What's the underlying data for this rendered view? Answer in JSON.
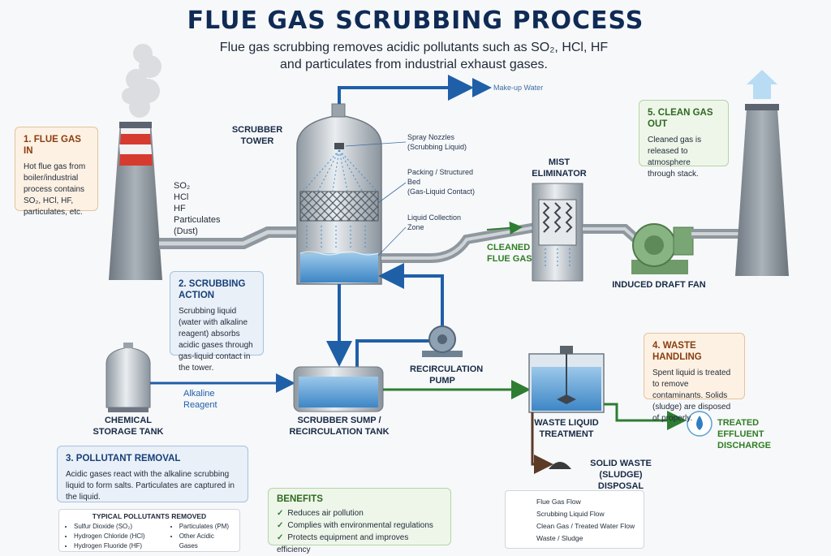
{
  "title": "FLUE GAS SCRUBBING PROCESS",
  "subtitle_line1": "Flue gas scrubbing removes acidic pollutants such as SO₂, HCl, HF",
  "subtitle_line2": "and particulates from industrial exhaust gases.",
  "step1": {
    "title": "1. FLUE GAS IN",
    "text": "Hot flue gas from boiler/industrial process contains SO₂, HCl, HF, particulates, etc."
  },
  "step2": {
    "title": "2. SCRUBBING ACTION",
    "text": "Scrubbing liquid (water with alkaline reagent) absorbs acidic gases through gas-liquid contact in the tower."
  },
  "step3": {
    "title": "3. POLLUTANT REMOVAL",
    "text": "Acidic gases react with the alkaline scrubbing liquid to form salts. Particulates are captured in the liquid."
  },
  "step4": {
    "title": "4. WASTE HANDLING",
    "text": "Spent liquid is treated to remove contaminants. Solids (sludge) are disposed of properly."
  },
  "step5": {
    "title": "5. CLEAN GAS OUT",
    "text": "Cleaned gas is released to atmosphere through stack."
  },
  "inlet_gases": [
    "SO₂",
    "HCl",
    "HF",
    "Particulates",
    "(Dust)"
  ],
  "labels": {
    "scrubber_tower": "SCRUBBER TOWER",
    "spray_nozzles": "Spray Nozzles",
    "spray_nozzles_sub": "(Scrubbing Liquid)",
    "packing": "Packing / Structured Bed",
    "packing_sub": "(Gas-Liquid Contact)",
    "liquid_zone": "Liquid Collection Zone",
    "makeup_water": "Make-up Water",
    "mist_eliminator": "MIST ELIMINATOR",
    "cleaned_flue_gas": "CLEANED FLUE GAS",
    "induced_draft_fan": "INDUCED DRAFT FAN",
    "recirculation_pump": "RECIRCULATION PUMP",
    "alkaline_reagent": "Alkaline Reagent",
    "chemical_storage": "CHEMICAL STORAGE TANK",
    "sump": "SCRUBBER SUMP / RECIRCULATION TANK",
    "waste_treatment": "Waste Liquid Treatment",
    "treated_effluent": "TREATED EFFLUENT DISCHARGE",
    "solid_waste": "SOLID WASTE (SLUDGE) DISPOSAL"
  },
  "pollutants": {
    "title": "TYPICAL POLLUTANTS REMOVED",
    "col1": [
      "Sulfur Dioxide (SO₂)",
      "Hydrogen Chloride (HCl)",
      "Hydrogen Fluoride (HF)"
    ],
    "col2": [
      "Particulates (PM)",
      "Other Acidic Gases"
    ]
  },
  "benefits": {
    "title": "BENEFITS",
    "items": [
      "Reduces air pollution",
      "Complies with environmental regulations",
      "Protects equipment and improves efficiency"
    ]
  },
  "legend": [
    {
      "label": "Flue Gas Flow",
      "color": "#7a5a48"
    },
    {
      "label": "Scrubbing Liquid Flow",
      "color": "#2f7fc1"
    },
    {
      "label": "Clean Gas / Treated Water Flow",
      "color": "#2e8b57"
    },
    {
      "label": "Waste / Sludge",
      "color": "#5b3a26"
    }
  ],
  "colors": {
    "liquid": "#1f5fa8",
    "clean": "#2e7d32",
    "flue": "#9aa3ad"
  }
}
